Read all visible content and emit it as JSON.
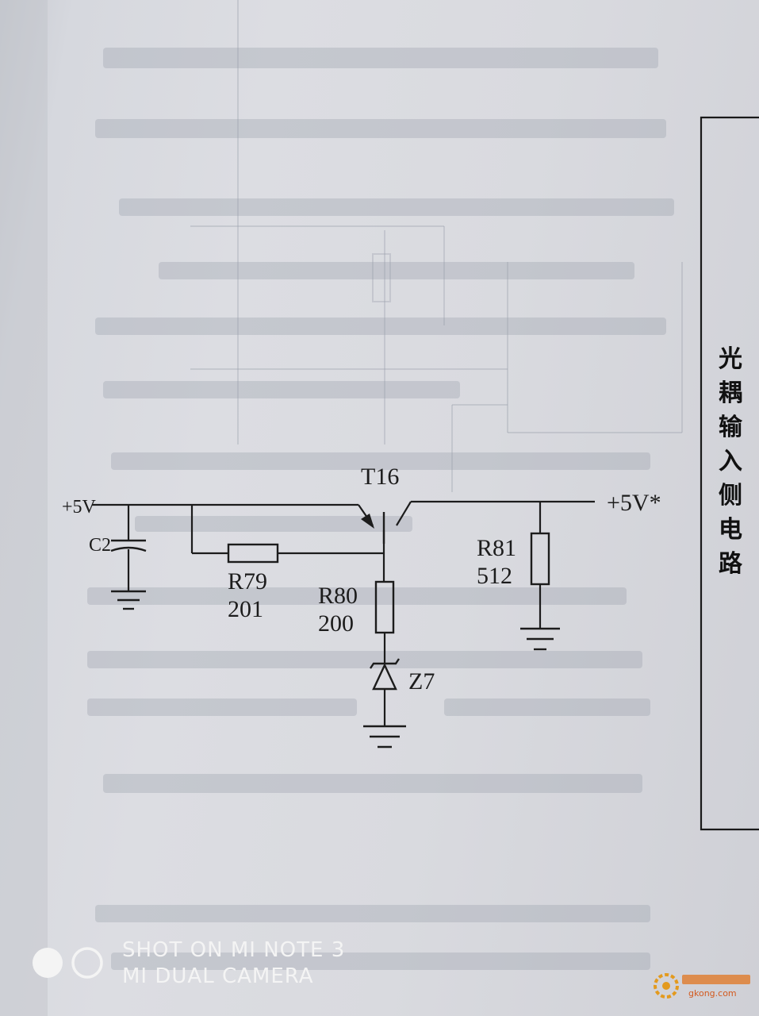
{
  "labels": {
    "in": "+5V",
    "cap": "C2",
    "transistor": "T16",
    "r79_name": "R79",
    "r79_value": "201",
    "r80_name": "R80",
    "r80_value": "200",
    "zener": "Z7",
    "out": "+5V*",
    "r81_name": "R81",
    "r81_value": "512"
  },
  "side_box": {
    "chars": [
      "光",
      "耦",
      "输",
      "入",
      "侧",
      "电",
      "路"
    ]
  },
  "camera_watermark": {
    "line1": "SHOT ON MI NOTE 3",
    "line2": "MI DUAL CAMERA"
  },
  "site_logo": {
    "text": "gkong.com"
  }
}
